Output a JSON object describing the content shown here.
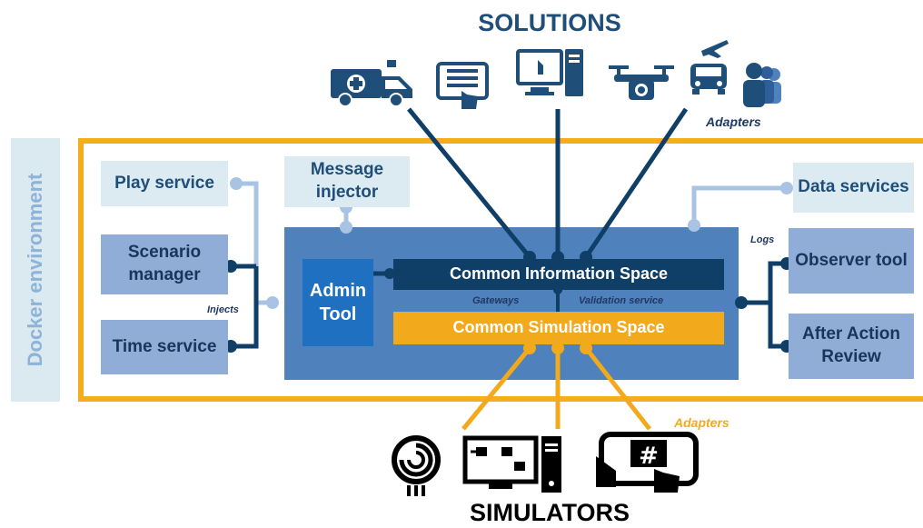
{
  "solutions_heading": "SOLUTIONS",
  "simulators_heading": "SIMULATORS",
  "docker_label": "Docker environment",
  "adapters_top": "Adapters",
  "adapters_bottom": "Adapters",
  "boxes": {
    "play_service": "Play service",
    "message_injector": "Message injector",
    "data_services": "Data services",
    "scenario_manager": "Scenario manager",
    "time_service": "Time service",
    "observer_tool": "Observer tool",
    "after_action_review": "After Action Review",
    "admin_tool": "Admin Tool",
    "common_information_space": "Common Information Space",
    "common_simulation_space": "Common Simulation Space"
  },
  "labels": {
    "injects": "Injects",
    "logs": "Logs",
    "gateways": "Gateways",
    "validation_service": "Validation service"
  },
  "solution_icons": [
    "ambulance-icon",
    "tablet-form-icon",
    "desktop-computer-icon",
    "drone-icon",
    "airplane-truck-icon",
    "people-group-icon"
  ],
  "simulator_icons": [
    "swirl-logo-icon",
    "simulation-computer-icon",
    "tablet-hashtag-icon"
  ],
  "colors": {
    "dark_blue": "#0f3e66",
    "mid_blue": "#4f81bd",
    "admin_blue": "#1f70c1",
    "light_blue": "#dceaf2",
    "box_blue": "#8fadd7",
    "orange": "#f2aa1c",
    "connector_light": "#a9c4e3"
  }
}
